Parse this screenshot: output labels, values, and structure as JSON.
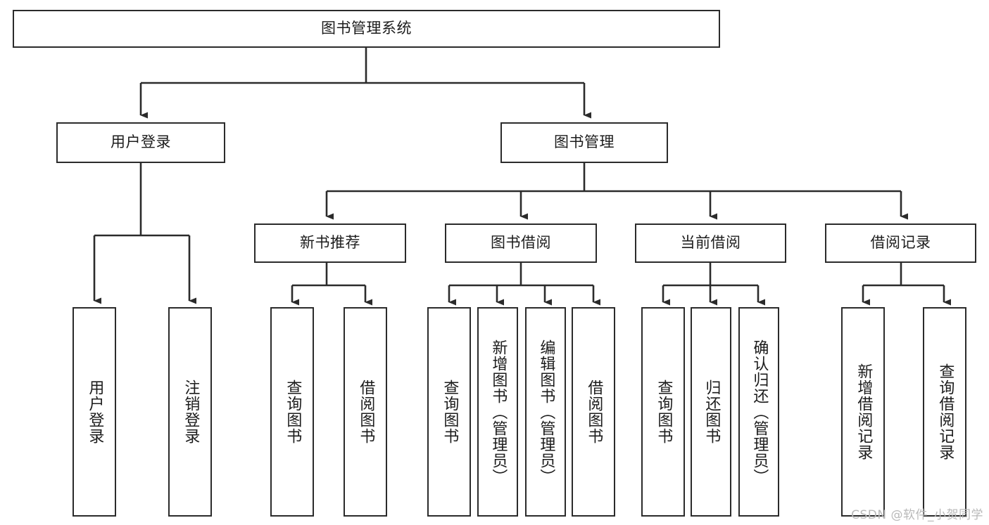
{
  "diagram": {
    "type": "tree-hierarchy",
    "title": "图书管理系统",
    "watermark": "CSDN @软件_小贺同学",
    "colors": {
      "box_border": "#2b2b2b",
      "box_fill": "#ffffff",
      "connector": "#2b2b2b",
      "text": "#1c1c1c",
      "watermark": "#b9b9b9",
      "background": "#ffffff"
    },
    "nodes": {
      "root": {
        "label": "图书管理系统"
      },
      "level1": [
        {
          "id": "user-login",
          "label": "用户登录"
        },
        {
          "id": "book-manage",
          "label": "图书管理"
        }
      ],
      "level2": [
        {
          "id": "new-book-recommend",
          "label": "新书推荐"
        },
        {
          "id": "book-borrow",
          "label": "图书借阅"
        },
        {
          "id": "current-borrow",
          "label": "当前借阅"
        },
        {
          "id": "borrow-record",
          "label": "借阅记录"
        }
      ],
      "leaves": {
        "user-login": [
          {
            "id": "leaf-user-login",
            "label": "用户登录"
          },
          {
            "id": "leaf-user-logout",
            "label": "注销登录"
          }
        ],
        "new-book-recommend": [
          {
            "id": "leaf-query-book-1",
            "label": "查询图书"
          },
          {
            "id": "leaf-borrow-book-1",
            "label": "借阅图书"
          }
        ],
        "book-borrow": [
          {
            "id": "leaf-query-book-2",
            "label": "查询图书"
          },
          {
            "id": "leaf-add-book",
            "label": "新增图书（管理员）"
          },
          {
            "id": "leaf-edit-book",
            "label": "编辑图书（管理员）"
          },
          {
            "id": "leaf-borrow-book-2",
            "label": "借阅图书"
          }
        ],
        "current-borrow": [
          {
            "id": "leaf-query-book-3",
            "label": "查询图书"
          },
          {
            "id": "leaf-return-book",
            "label": "归还图书"
          },
          {
            "id": "leaf-confirm-return",
            "label": "确认归还（管理员）"
          }
        ],
        "borrow-record": [
          {
            "id": "leaf-add-record",
            "label": "新增借阅记录"
          },
          {
            "id": "leaf-query-record",
            "label": "查询借阅记录"
          }
        ]
      }
    }
  }
}
